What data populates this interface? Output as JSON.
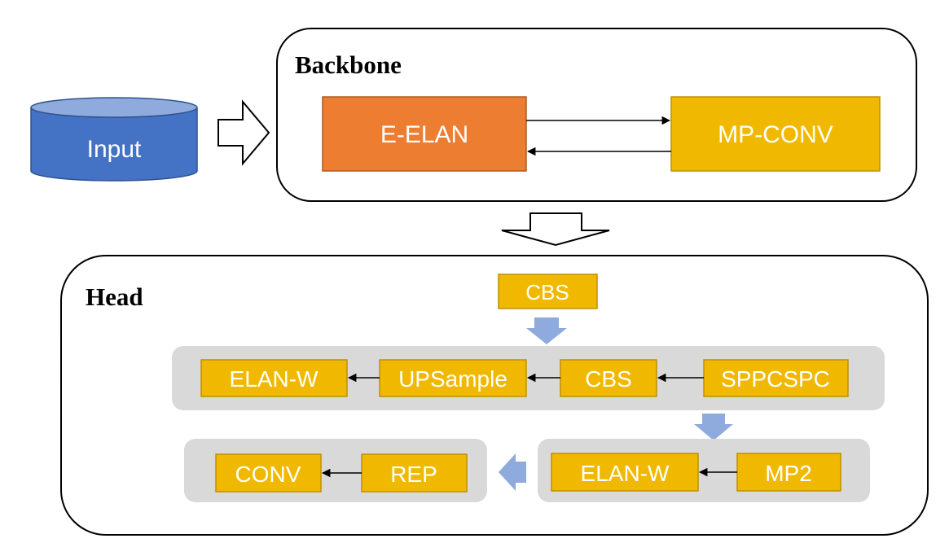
{
  "input": {
    "label": "Input",
    "fill": "#4472C4",
    "top_fill": "#8FAADC"
  },
  "backbone": {
    "title": "Backbone",
    "blocks": {
      "eelan": "E-ELAN",
      "mpconv": "MP-CONV"
    }
  },
  "head": {
    "title": "Head",
    "blocks": {
      "cbs_top": "CBS",
      "elan_w_1": "ELAN-W",
      "upsample": "UPSample",
      "cbs_mid": "CBS",
      "sppcspc": "SPPCSPC",
      "elan_w_2": "ELAN-W",
      "mp2": "MP2",
      "rep": "REP",
      "conv": "CONV"
    }
  },
  "colors": {
    "orange": "#ED7D31",
    "gold": "#F0B900",
    "gold_border": "#BF9000",
    "group_gray": "#D9D9D9",
    "flow_arrow": "#8FAADC"
  }
}
